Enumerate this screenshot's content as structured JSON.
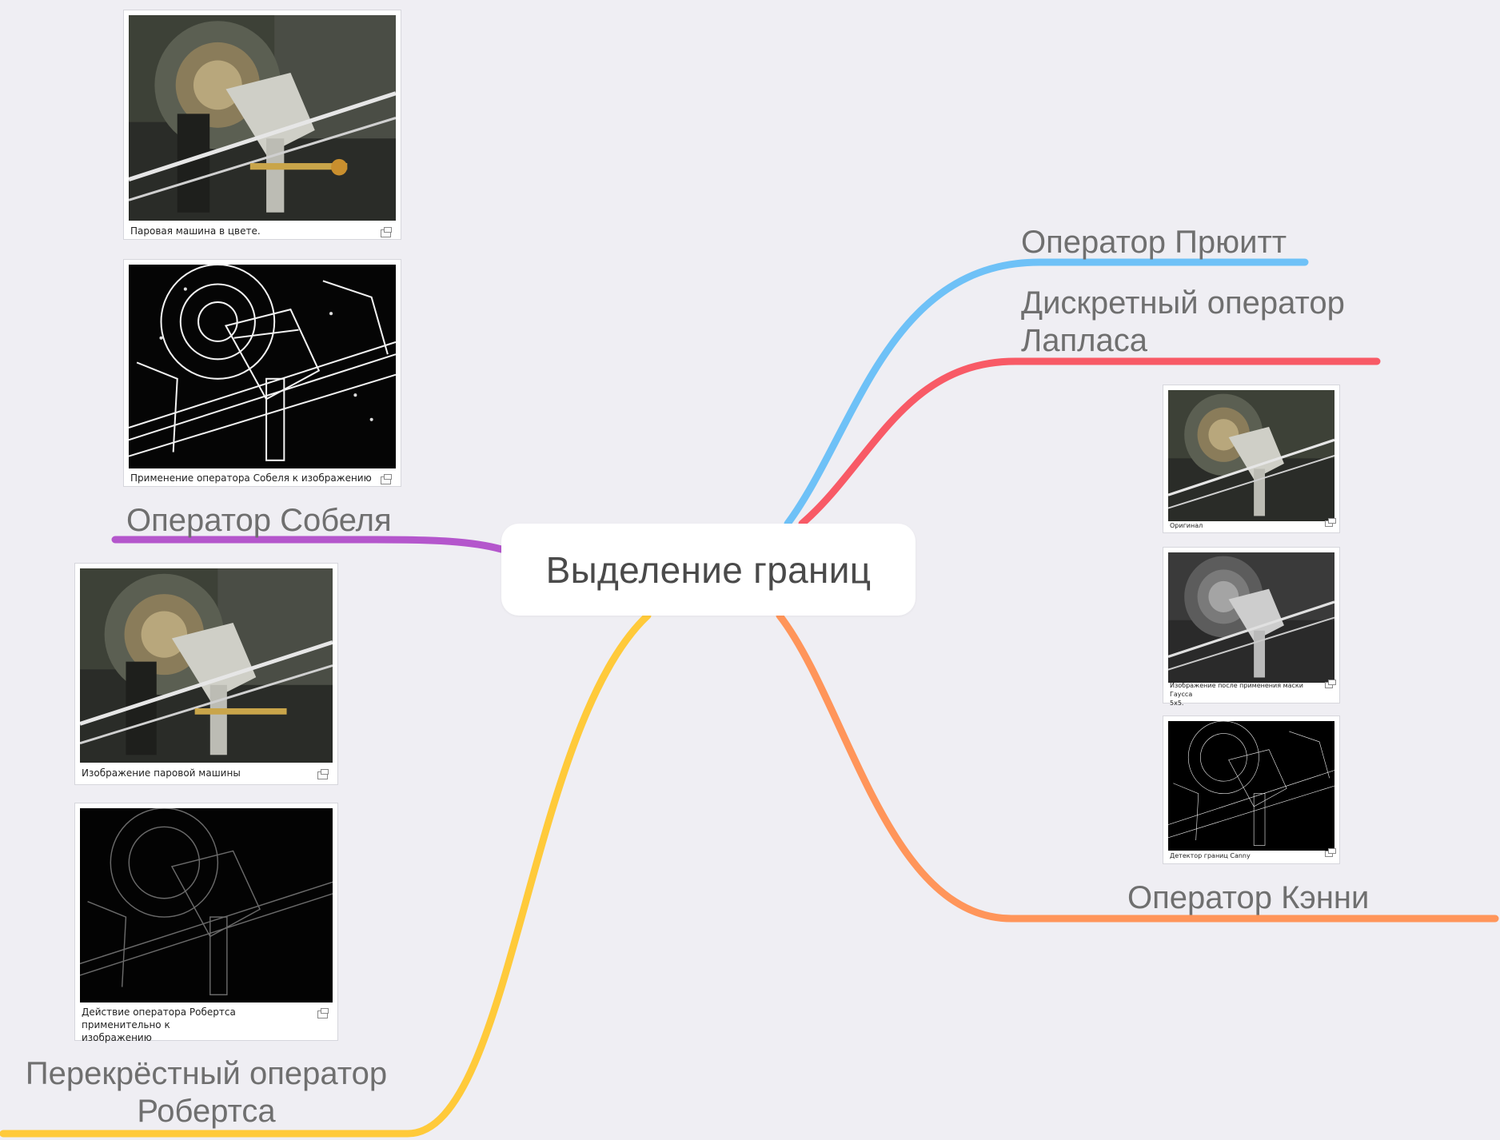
{
  "root": {
    "title": "Выделение границ"
  },
  "branches": [
    {
      "id": "prewitt",
      "label": "Оператор Прюитт",
      "color": "#6ec1f7"
    },
    {
      "id": "laplace",
      "label": "Дискретный оператор Лапласа",
      "label_lines": [
        "Дискретный оператор",
        "Лапласа"
      ],
      "color": "#f85a66"
    },
    {
      "id": "canny",
      "label": "Оператор Кэнни",
      "color": "#ff955a"
    },
    {
      "id": "sobel",
      "label": "Оператор Собеля",
      "color": "#b456cc"
    },
    {
      "id": "roberts",
      "label": "Перекрёстный оператор Робертса",
      "label_lines": [
        "Перекрёстный оператор",
        "Робертса"
      ],
      "color": "#ffca3a"
    }
  ],
  "images": {
    "sobel": [
      {
        "caption": "Паровая машина в цвете.",
        "style": "color"
      },
      {
        "caption": "Применение оператора Собеля к изображению",
        "style": "edges"
      }
    ],
    "roberts": [
      {
        "caption": "Изображение паровой машины",
        "style": "color"
      },
      {
        "caption": "Действие оператора Робертса применительно к изображению",
        "caption_lines": [
          "Действие оператора Робертса применительно к",
          "изображению"
        ],
        "style": "dark-edges"
      }
    ],
    "canny": [
      {
        "caption": "Оригинал",
        "style": "color"
      },
      {
        "caption": "Изображение после применения маски Гаусса 5x5.",
        "caption_lines": [
          "Изображение после применения маски Гаусса",
          "5x5."
        ],
        "style": "gray"
      },
      {
        "caption": "Детектор границ Canny",
        "style": "thin-edges"
      }
    ]
  },
  "icons": {
    "enlarge": "enlarge-icon"
  }
}
